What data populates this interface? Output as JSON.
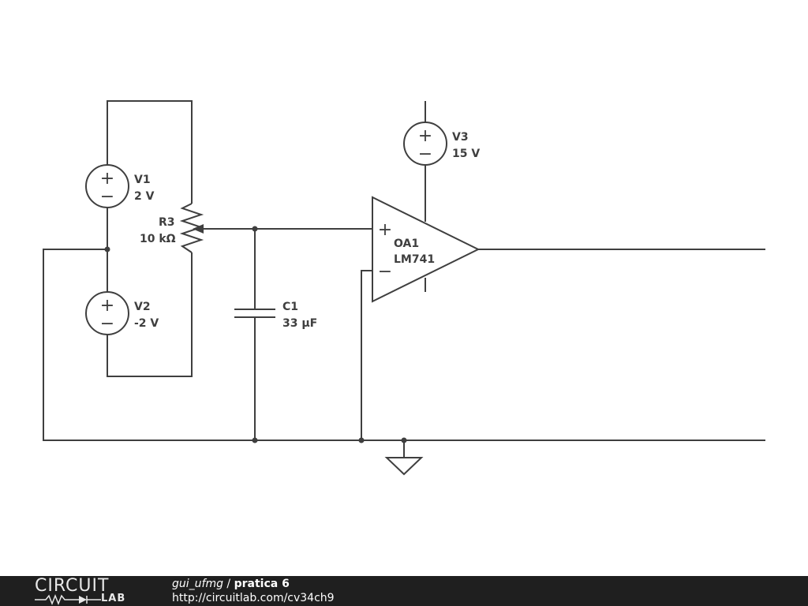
{
  "components": {
    "v1": {
      "name": "V1",
      "value": "2 V"
    },
    "v2": {
      "name": "V2",
      "value": "-2 V"
    },
    "v3": {
      "name": "V3",
      "value": "15 V"
    },
    "r3": {
      "name": "R3",
      "value": "10 kΩ"
    },
    "c1": {
      "name": "C1",
      "value": "33 µF"
    },
    "oa1": {
      "name": "OA1",
      "value": "LM741"
    }
  },
  "symbols": {
    "plus": "+",
    "minus": "−"
  },
  "footer": {
    "logo_top": "CIRCUIT",
    "logo_bottom": "LAB",
    "user": "gui_ufmg",
    "separator": " / ",
    "title": "pratica 6",
    "url": "http://circuitlab.com/cv34ch9"
  },
  "colors": {
    "wire": "#3f3f3f",
    "footer_bg": "#1f1f1f",
    "footer_text": "#ffffff"
  }
}
